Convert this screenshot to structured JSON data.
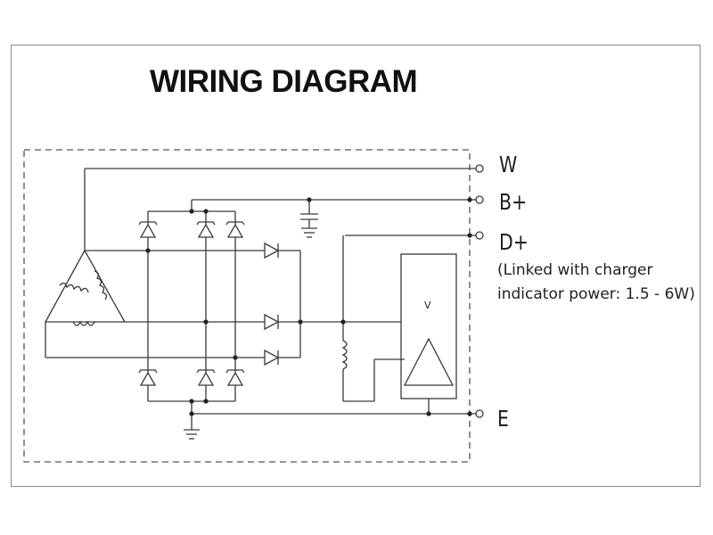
{
  "title": "WIRING DIAGRAM",
  "terminals": {
    "w": "W",
    "b_plus": "B+",
    "d_plus": "D+",
    "e": "E"
  },
  "note": {
    "line1": "(Linked with charger",
    "line2": "indicator power: 1.5 - 6W)"
  },
  "regulator_label": "V",
  "colors": {
    "line": "#3a3a3a",
    "frame": "#8a8a8a",
    "text": "#222222"
  }
}
